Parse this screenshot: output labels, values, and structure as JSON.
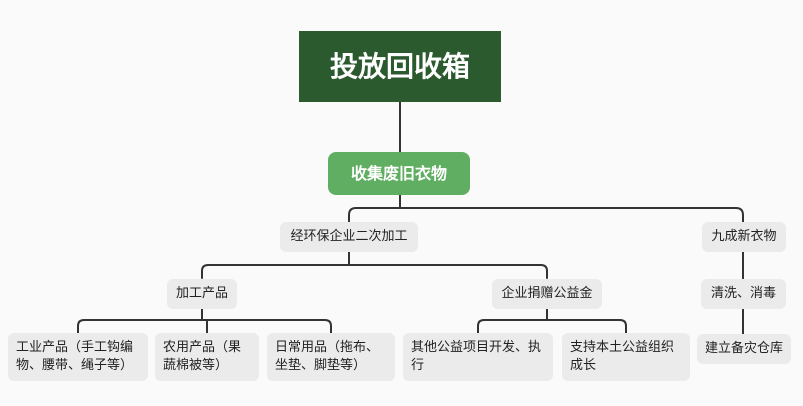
{
  "root": {
    "title": "投放回收箱"
  },
  "main": {
    "title": "收集废旧衣物"
  },
  "branch_recycle": {
    "label": "经环保企业二次加工",
    "process": {
      "label": "加工产品",
      "children": [
        "工业产品（手工钩编物、腰带、绳子等）",
        "农用产品（果蔬棉被等）",
        "日常用品（拖布、坐垫、脚垫等）"
      ]
    },
    "donate": {
      "label": "企业捐赠公益金",
      "children": [
        "其他公益项目开发、执行",
        "支持本土公益组织成长"
      ]
    }
  },
  "branch_new": {
    "label": "九成新衣物",
    "wash": {
      "label": "清洗、消毒"
    },
    "store": {
      "label": "建立备灾仓库"
    }
  },
  "colors": {
    "root_bg": "#2b5a2f",
    "main_bg": "#5fae62",
    "node_bg": "#ebebeb",
    "line": "#333333"
  }
}
